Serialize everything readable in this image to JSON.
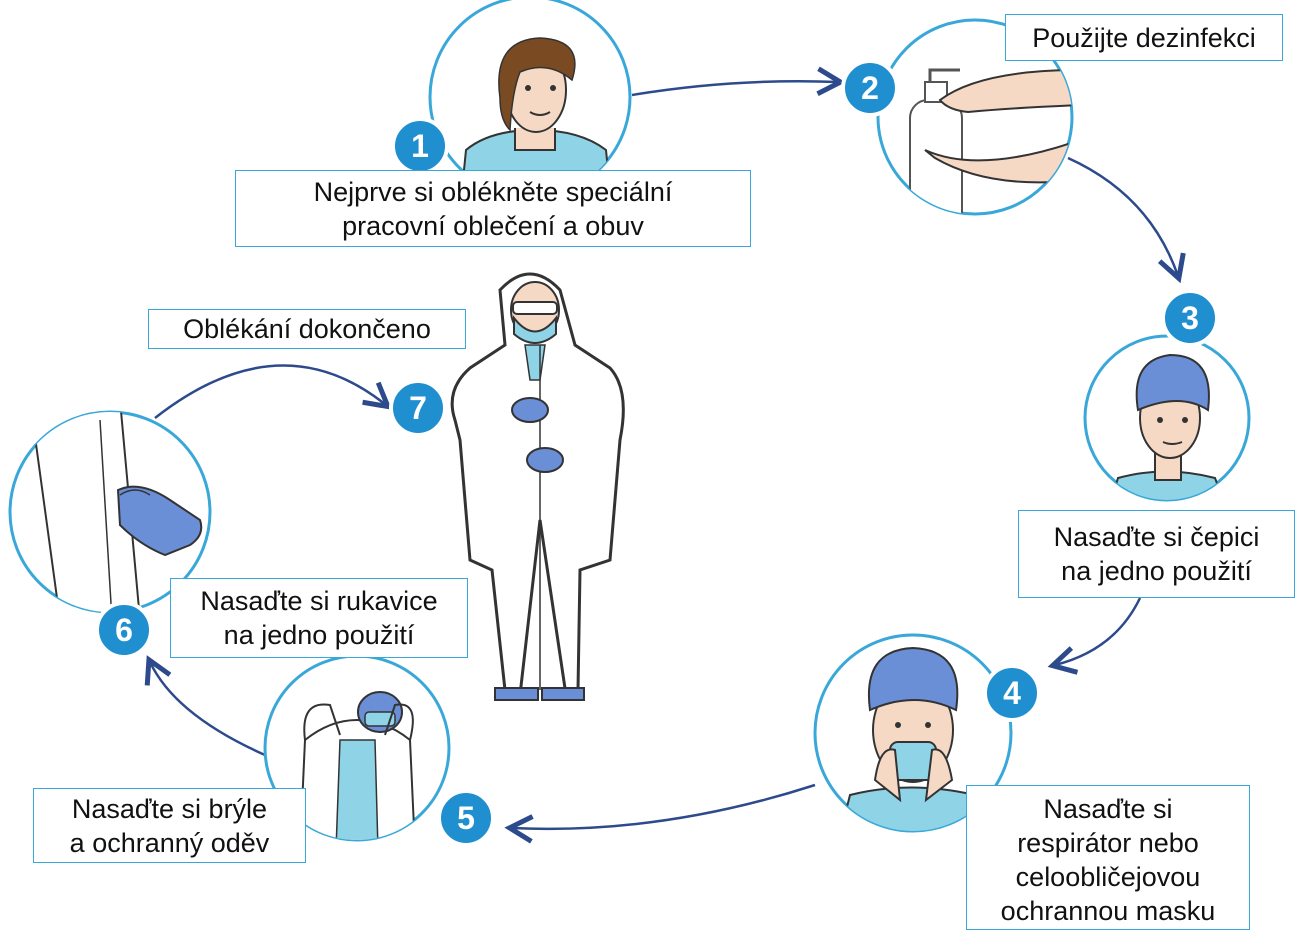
{
  "steps": [
    {
      "number": "1",
      "text": [
        "Nejprve si oblékněte speciální",
        "pracovní oblečení a obuv"
      ]
    },
    {
      "number": "2",
      "text": [
        "Použijte dezinfekci"
      ]
    },
    {
      "number": "3",
      "text": [
        "Nasaďte si čepici",
        "na jedno použití"
      ]
    },
    {
      "number": "4",
      "text": [
        "Nasaďte si",
        "respirátor nebo",
        "celoobličejovou",
        "ochrannou masku"
      ]
    },
    {
      "number": "5",
      "text": [
        "Nasaďte si brýle",
        "a ochranný oděv"
      ]
    },
    {
      "number": "6",
      "text": [
        "Nasaďte si rukavice",
        "na jedno použití"
      ]
    },
    {
      "number": "7",
      "text": [
        "Oblékání dokončeno"
      ]
    }
  ],
  "colors": {
    "badge": "#1f8fd0",
    "circle_border": "#39a8d8",
    "arrow": "#2c4a8c",
    "label_border": "#39a8d8",
    "scrubs": "#8fd3e6",
    "cap": "#6b8fd6",
    "glove": "#6b8fd6",
    "hair": "#7a4a22",
    "skin": "#f6d9c4"
  }
}
